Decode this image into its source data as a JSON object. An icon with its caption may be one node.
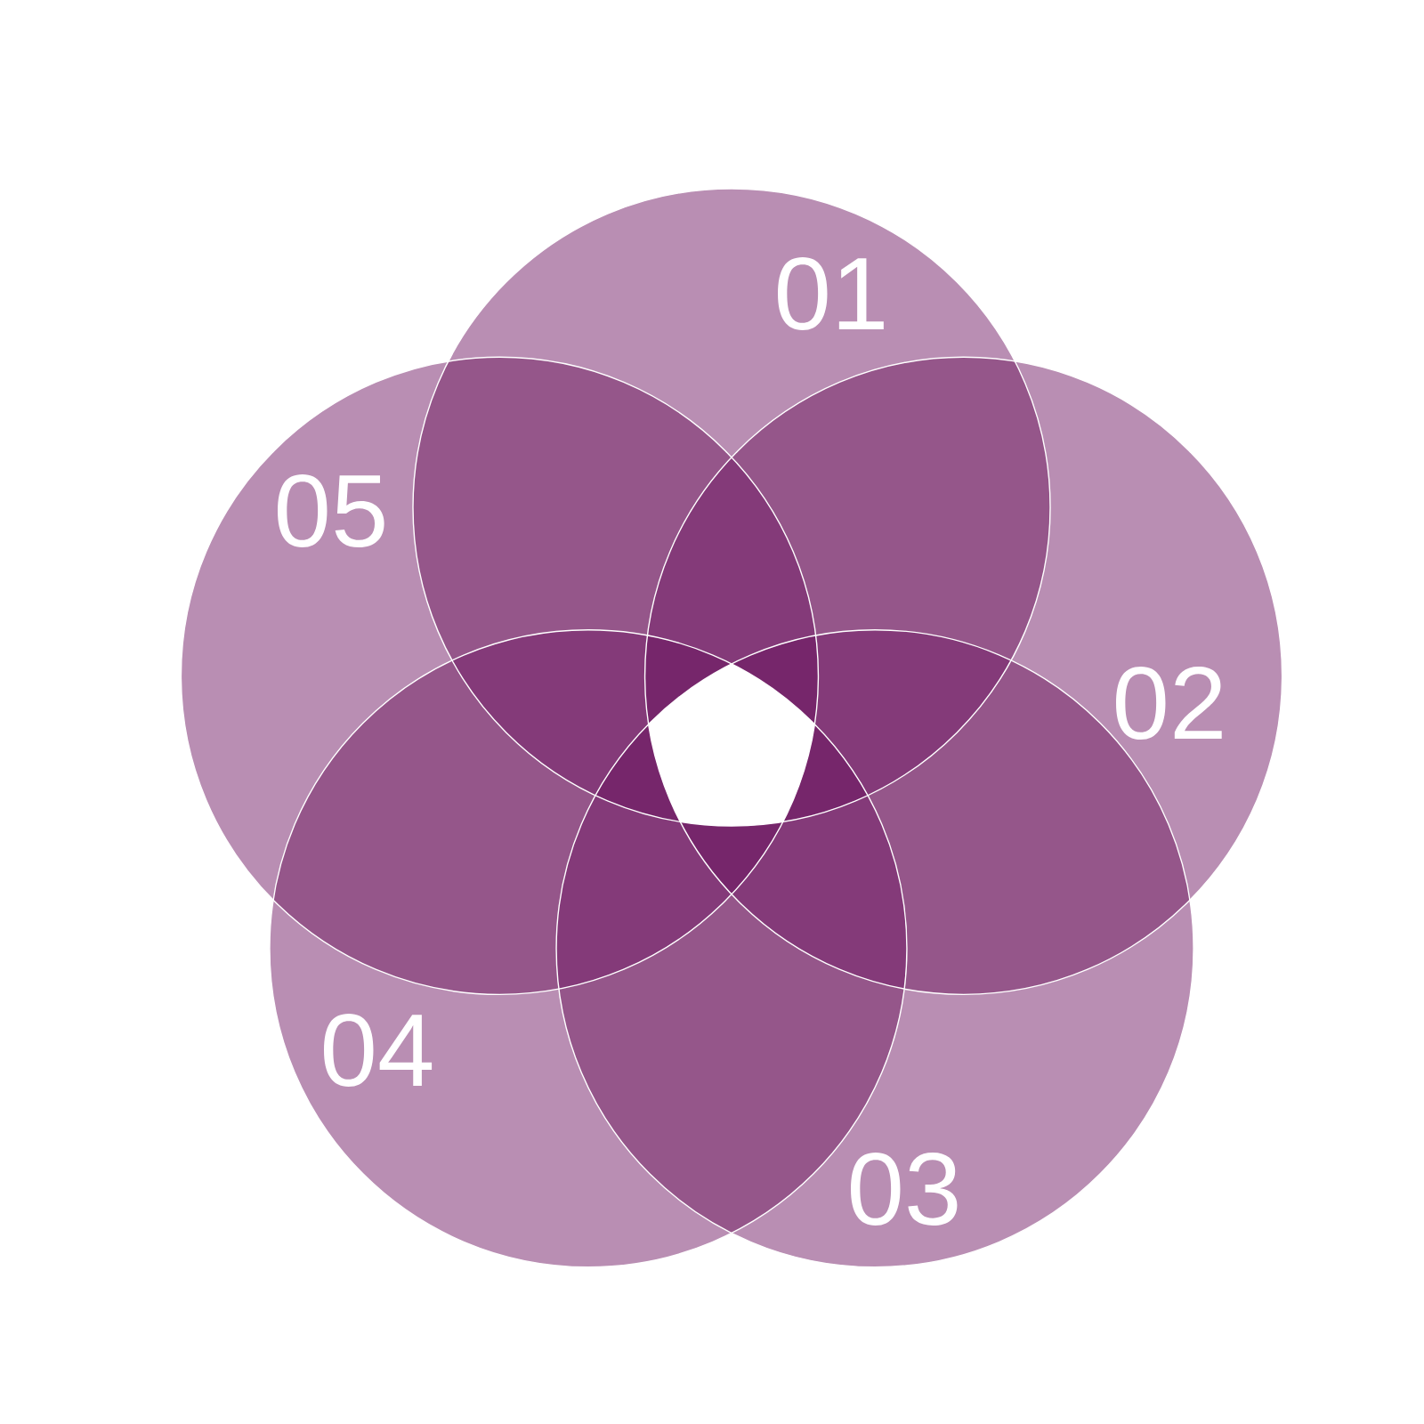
{
  "diagram": {
    "nodes": [
      {
        "text": [
          "01"
        ]
      },
      {
        "text": [
          "02"
        ]
      },
      {
        "text": [
          "03"
        ]
      },
      {
        "text": [
          "04"
        ]
      },
      {
        "text": [
          "05"
        ]
      }
    ]
  }
}
